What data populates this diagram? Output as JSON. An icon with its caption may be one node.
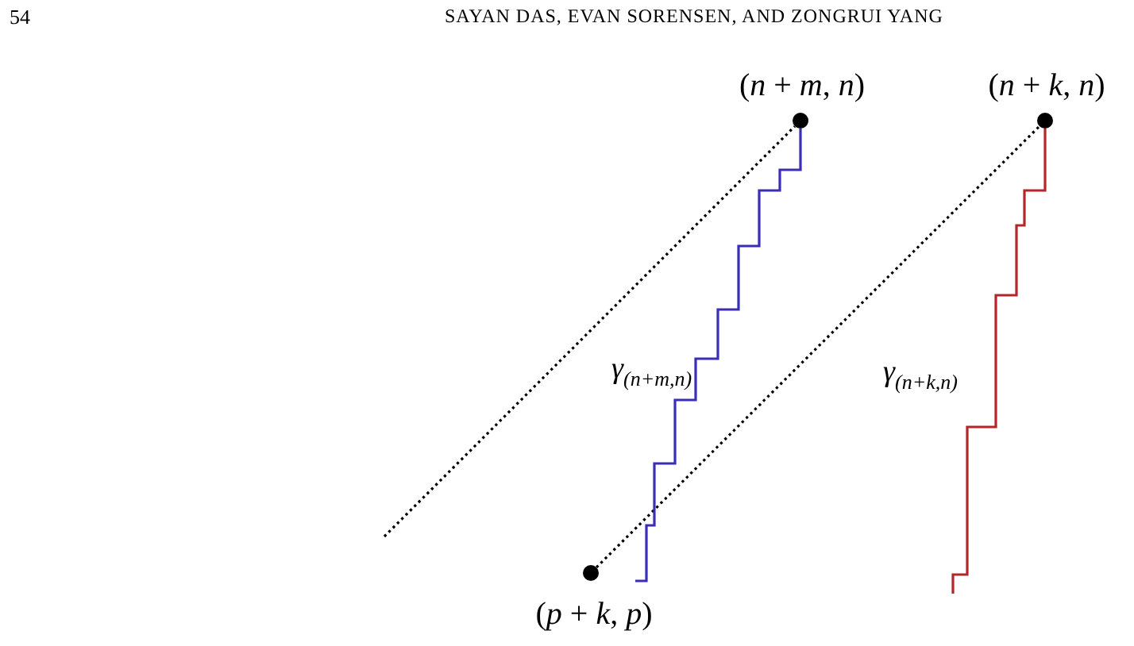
{
  "diagram": {
    "nodes": [
      {
        "text": [],
        "shape": "circle",
        "beside": [
          "(*n* + *m*, *n*)"
        ]
      },
      {
        "text": [],
        "shape": "circle",
        "beside": [
          "(*n* + *k*, *n*)"
        ]
      },
      {
        "text": [],
        "shape": "circle",
        "beside": [
          "(*p* + *k*, *p*)"
        ]
      }
    ],
    "edges": [
      {
        "from": null,
        "to": 0,
        "arrow": "none",
        "style": "dashed"
      },
      {
        "from": 2,
        "to": 1,
        "arrow": "none",
        "style": "dashed"
      },
      {
        "from": null,
        "to": 0,
        "arrow": "none",
        "label": "*γ*$_{(n+m,n)}$",
        "color": "#3a2fb4"
      },
      {
        "from": null,
        "to": 1,
        "arrow": "none",
        "label": "*γ*$_{(n+k,n)}$",
        "color": "#b4262a"
      }
    ],
    "labels": [
      "54",
      "SAYAN DAS, EVAN SORENSEN, AND ZONGRUI YANG"
    ]
  }
}
